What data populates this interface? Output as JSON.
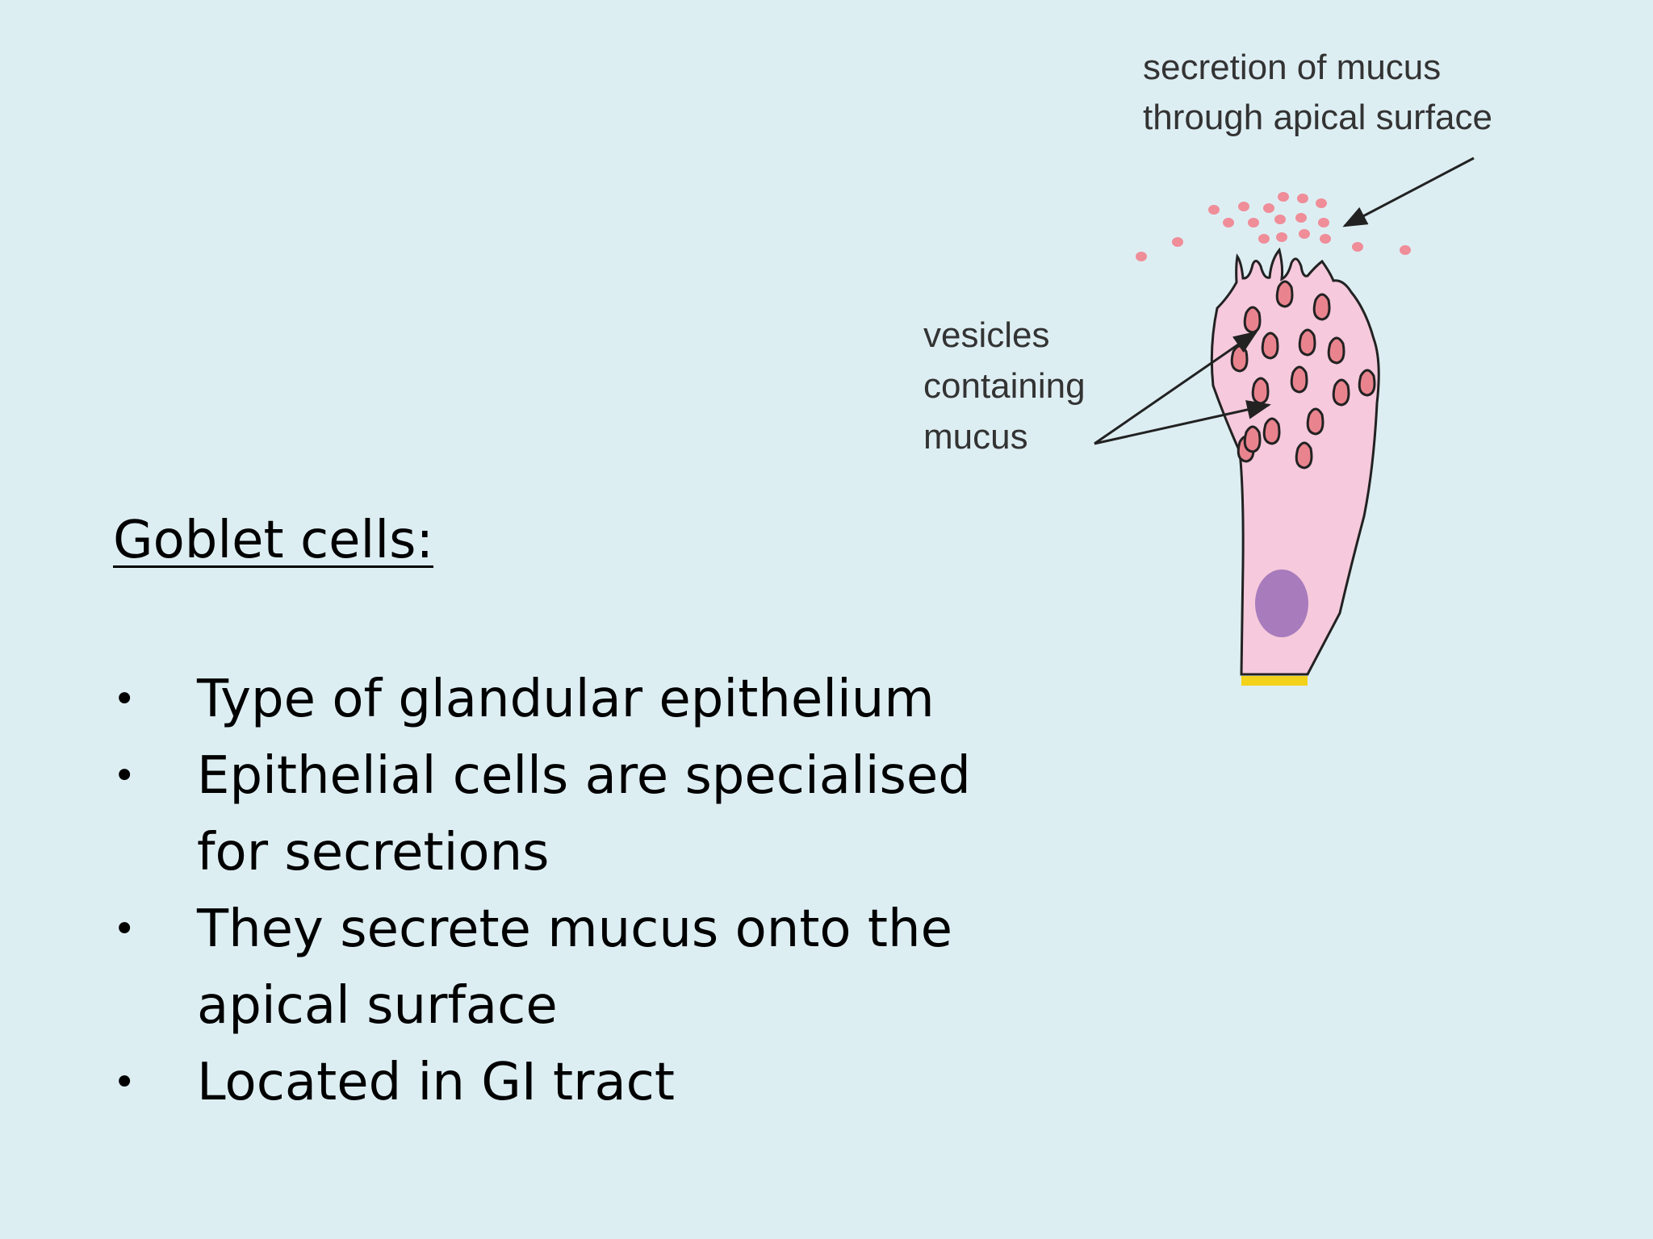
{
  "slide": {
    "title": "Goblet cells:",
    "bullets": [
      "Type of glandular epithelium",
      "Epithelial cells are specialised for secretions",
      "They secrete mucus onto the apical surface",
      "Located in GI tract"
    ],
    "bullet_symbol": "•"
  },
  "diagram": {
    "labels": {
      "secretion_line1": "secretion of mucus",
      "secretion_line2": "through apical surface",
      "vesicles_line1": "vesicles",
      "vesicles_line2": "containing",
      "vesicles_line3": "mucus"
    },
    "colors": {
      "background": "#ddeef3",
      "cell_fill": "#f6c9dc",
      "cell_outline": "#222222",
      "vesicle_fill": "#e9848f",
      "mucus_droplet": "#ef8d98",
      "nucleus": "#a87bbd",
      "basement_membrane": "#f2d21a"
    }
  }
}
